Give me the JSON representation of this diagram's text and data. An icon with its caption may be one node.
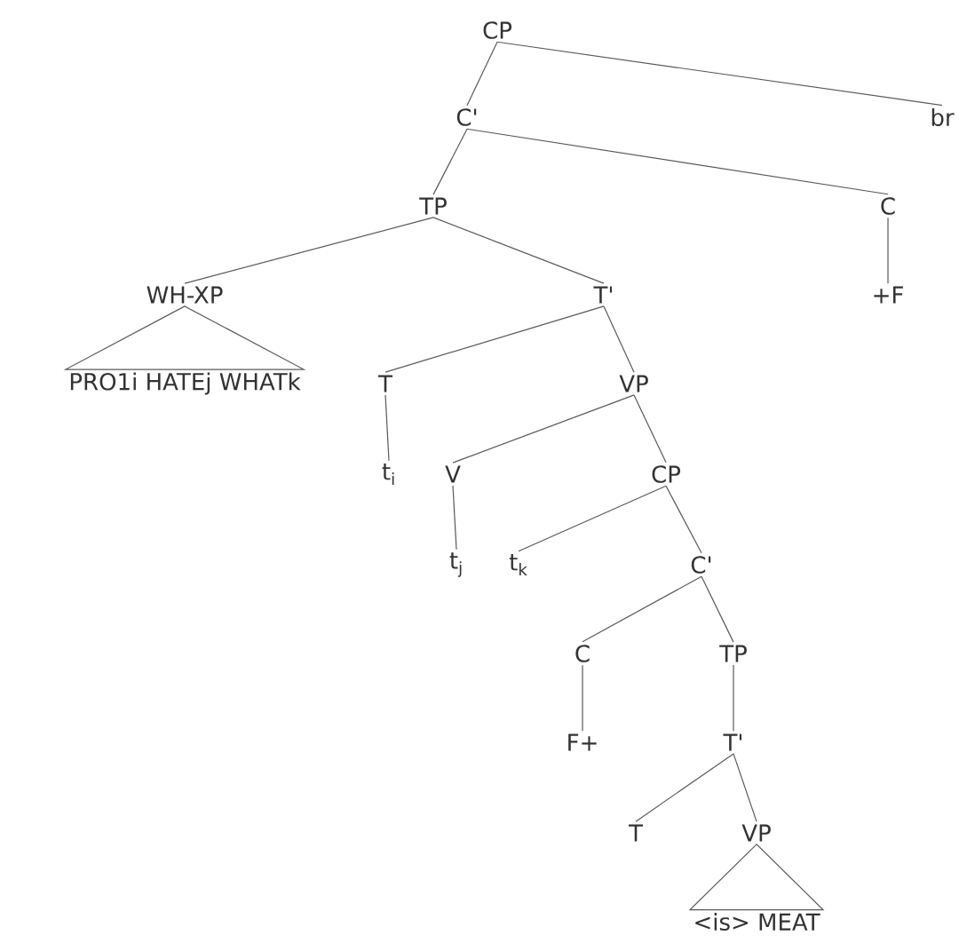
{
  "diagram": {
    "nodes": [
      {
        "text": [
          "CP"
        ]
      },
      {
        "text": [
          "C'"
        ]
      },
      {
        "text": [
          "br"
        ]
      },
      {
        "text": [
          "TP"
        ]
      },
      {
        "text": [
          "C"
        ]
      },
      {
        "text": [
          "WH-XP"
        ]
      },
      {
        "text": [
          "T'"
        ]
      },
      {
        "text": [
          "+F"
        ]
      },
      {
        "text": [
          "PRO1i HATEj WHATk"
        ]
      },
      {
        "text": [
          "T"
        ]
      },
      {
        "text": [
          "VP"
        ]
      },
      {
        "text": [
          "t$_{i}$"
        ]
      },
      {
        "text": [
          "V"
        ]
      },
      {
        "text": [
          "CP"
        ]
      },
      {
        "text": [
          "t$_{j}$"
        ]
      },
      {
        "text": [
          "t$_{k}$"
        ]
      },
      {
        "text": [
          "C'"
        ]
      },
      {
        "text": [
          "C"
        ]
      },
      {
        "text": [
          "TP"
        ]
      },
      {
        "text": [
          "F+"
        ]
      },
      {
        "text": [
          "T'"
        ]
      },
      {
        "text": [
          "T"
        ]
      },
      {
        "text": [
          "VP"
        ]
      },
      {
        "text": [
          "<is> MEAT"
        ]
      }
    ],
    "edges": [
      {
        "from": 0,
        "to": 1,
        "arrow": "none"
      },
      {
        "from": 0,
        "to": 2,
        "arrow": "none"
      },
      {
        "from": 1,
        "to": 3,
        "arrow": "none"
      },
      {
        "from": 1,
        "to": 4,
        "arrow": "none"
      },
      {
        "from": 3,
        "to": 5,
        "arrow": "none"
      },
      {
        "from": 3,
        "to": 6,
        "arrow": "none"
      },
      {
        "from": 4,
        "to": 7,
        "arrow": "none"
      },
      {
        "from": 5,
        "to": 8,
        "arrow": "none"
      },
      {
        "from": 6,
        "to": 9,
        "arrow": "none"
      },
      {
        "from": 6,
        "to": 10,
        "arrow": "none"
      },
      {
        "from": 9,
        "to": 11,
        "arrow": "none"
      },
      {
        "from": 10,
        "to": 12,
        "arrow": "none"
      },
      {
        "from": 10,
        "to": 13,
        "arrow": "none"
      },
      {
        "from": 12,
        "to": 14,
        "arrow": "none"
      },
      {
        "from": 13,
        "to": 15,
        "arrow": "none"
      },
      {
        "from": 13,
        "to": 16,
        "arrow": "none"
      },
      {
        "from": 16,
        "to": 17,
        "arrow": "none"
      },
      {
        "from": 16,
        "to": 18,
        "arrow": "none"
      },
      {
        "from": 17,
        "to": 19,
        "arrow": "none"
      },
      {
        "from": 18,
        "to": 20,
        "arrow": "none"
      },
      {
        "from": 20,
        "to": 21,
        "arrow": "none"
      },
      {
        "from": 20,
        "to": 22,
        "arrow": "none"
      },
      {
        "from": 22,
        "to": 23,
        "arrow": "none"
      }
    ]
  }
}
